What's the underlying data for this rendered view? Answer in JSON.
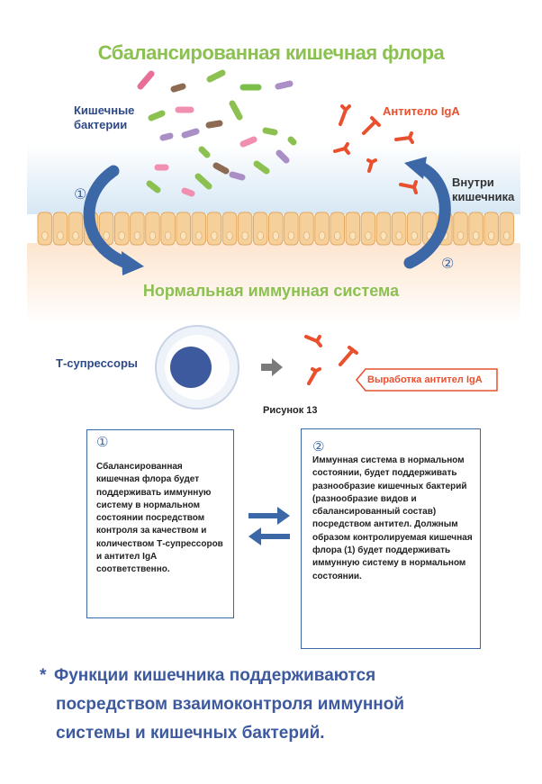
{
  "title": "Сбалансированная кишечная флора",
  "labels": {
    "bacteria": "Кишечные бактерии",
    "iga_antibody": "Антитело IgA",
    "inside_intestine": "Внутри кишечника",
    "normal_immune": "Нормальная иммунная система",
    "t_suppressors": "Т-супрессоры",
    "figure": "Рисунок 13",
    "iga_production": "Выработка антител IgA",
    "marker1": "①",
    "marker2": "②"
  },
  "box1": {
    "num": "①",
    "text": "Сбалансированная кишечная флора будет поддерживать иммунную систему в нормальном состоянии посредством контроля за качеством и количеством Т-супрессоров и антител IgA соответственно."
  },
  "box2": {
    "num": "②",
    "text": "Иммунная система в нормальном состоянии, будет поддерживать разнообразие кишечных бактерий (разнообразие видов и сбалансированный состав) посредством антител. Должным образом контролируемая кишечная флора (1) будет поддерживать иммунную систему в нормальном состоянии."
  },
  "note": {
    "star": "*",
    "line1": "Функции кишечника поддерживаются",
    "line2": "посредством взаимоконтроля иммунной",
    "line3": "системы и кишечных бактерий."
  },
  "colors": {
    "green": "#8cc152",
    "blue": "#2e4a86",
    "arrow_blue": "#3d68a8",
    "red": "#e8502e",
    "cell_fill": "#f4d2a2",
    "membrane": "#dfe8f0",
    "tissue": "#fbe7d2"
  }
}
